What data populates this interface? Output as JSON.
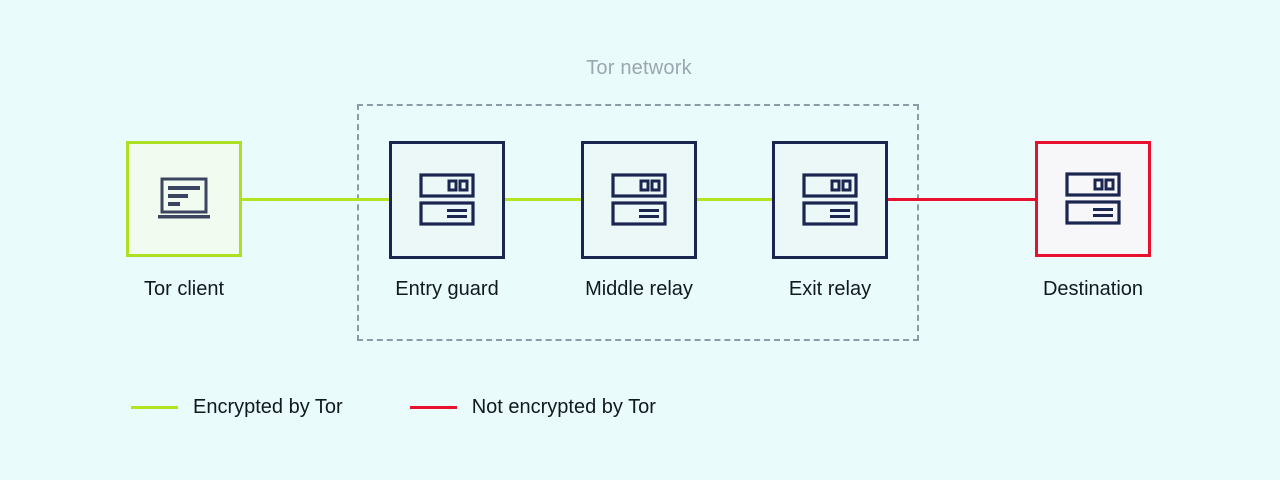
{
  "diagram": {
    "title": "Tor network",
    "background_color": "#E9FBFB",
    "boundary": {
      "name": "tor-network-boundary",
      "style": "dashed",
      "color": "#8C9BA5"
    },
    "nodes": [
      {
        "id": "tor-client",
        "label": "Tor client",
        "icon": "laptop-icon",
        "border_color": "#ACE022",
        "fill_color": "#F2FBF0",
        "inside_network": false
      },
      {
        "id": "entry-guard",
        "label": "Entry guard",
        "icon": "server-icon",
        "border_color": "#1A2550",
        "fill_color": "#ECF8F8",
        "inside_network": true
      },
      {
        "id": "middle-relay",
        "label": "Middle relay",
        "icon": "server-icon",
        "border_color": "#1A2550",
        "fill_color": "#ECF8F8",
        "inside_network": true
      },
      {
        "id": "exit-relay",
        "label": "Exit relay",
        "icon": "server-icon",
        "border_color": "#1A2550",
        "fill_color": "#ECF8F8",
        "inside_network": true
      },
      {
        "id": "destination",
        "label": "Destination",
        "icon": "server-icon",
        "border_color": "#E8112D",
        "fill_color": "#F7F6F8",
        "inside_network": false
      }
    ],
    "links": [
      {
        "id": "client-to-entry",
        "from": "tor-client",
        "to": "entry-guard",
        "state": "encrypted",
        "color": "#B4E322"
      },
      {
        "id": "entry-to-middle",
        "from": "entry-guard",
        "to": "middle-relay",
        "state": "encrypted",
        "color": "#B4E322"
      },
      {
        "id": "middle-to-exit",
        "from": "middle-relay",
        "to": "exit-relay",
        "state": "encrypted",
        "color": "#B4E322"
      },
      {
        "id": "exit-to-destination",
        "from": "exit-relay",
        "to": "destination",
        "state": "not-encrypted",
        "color": "#E8112D"
      }
    ],
    "legend": [
      {
        "label": "Encrypted by Tor",
        "color": "#B4E322"
      },
      {
        "label": "Not encrypted by Tor",
        "color": "#E8112D"
      }
    ]
  }
}
